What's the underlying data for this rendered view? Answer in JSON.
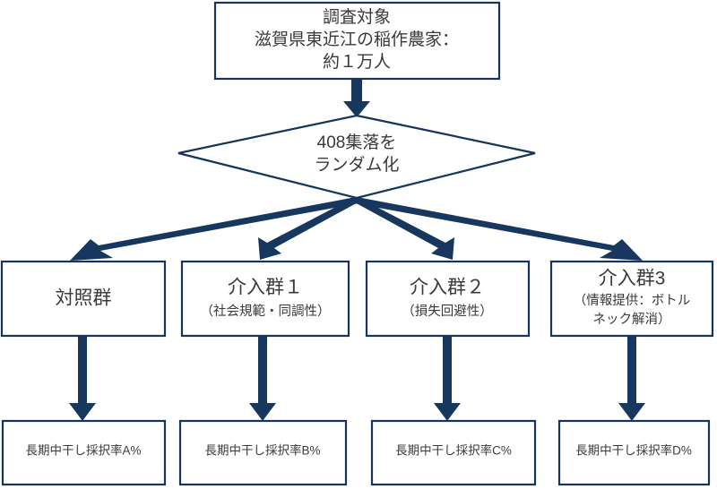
{
  "diagram": {
    "type": "flowchart",
    "title_node": {
      "name": "survey-population",
      "lines": [
        "調査対象",
        "滋賀県東近江の稲作農家：",
        "約１万人"
      ]
    },
    "decision_node": {
      "name": "randomization",
      "lines": [
        "408集落を",
        "ランダム化"
      ]
    },
    "groups": [
      {
        "name": "control-group",
        "title": "対照群",
        "subtitle_lines": []
      },
      {
        "name": "treatment-group-1",
        "title": "介入群１",
        "subtitle_lines": [
          "（社会規範・同調性）"
        ]
      },
      {
        "name": "treatment-group-2",
        "title": "介入群２",
        "subtitle_lines": [
          "（損失回避性）"
        ]
      },
      {
        "name": "treatment-group-3",
        "title": "介入群3",
        "subtitle_lines": [
          "（情報提供：ボトル",
          "ネック解消）"
        ]
      }
    ],
    "outcomes": [
      {
        "name": "outcome-a",
        "label": "長期中干し採択率A%"
      },
      {
        "name": "outcome-b",
        "label": "長期中干し採択率B%"
      },
      {
        "name": "outcome-c",
        "label": "長期中干し採択率C%"
      },
      {
        "name": "outcome-d",
        "label": "長期中干し採択率D%"
      }
    ],
    "colors": {
      "line": "#16355c",
      "arrow": "#17375e",
      "text": "#3a3a3a",
      "background": "#ffffff"
    }
  }
}
